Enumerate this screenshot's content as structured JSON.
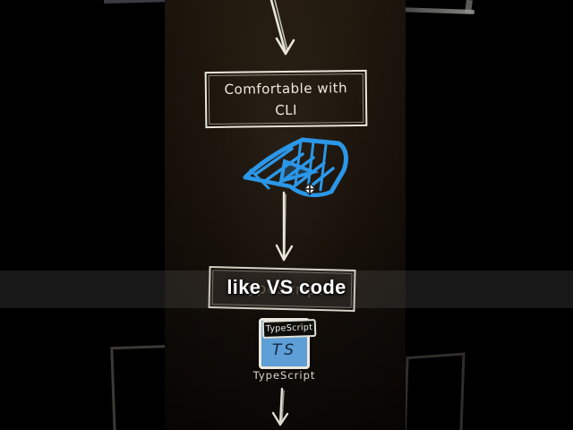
{
  "video_frame": {
    "description_of_scene": "vertical short video frame showing a hand-drawn flowchart on a dark screen",
    "caption_overlay": {
      "text": "like VS code"
    },
    "flowchart": {
      "cli_node": {
        "line1": "Comfortable with",
        "line2": "CLI"
      },
      "ts_node": {
        "label": "TypeScript"
      },
      "ts_icon": {
        "badge": "TypeScript",
        "initials": "TS",
        "label": "TypeScript"
      }
    },
    "icons": {
      "down_arrow": "down-arrow-icon",
      "move_cursor": "move-cursor-icon",
      "scribble": "blue-scribble-drawing",
      "typescript_file": "typescript-file-icon"
    },
    "colors": {
      "sketch_stroke": "#e9e6db",
      "scribble_blue": "#2b97e8",
      "ts_icon_blue": "#5d9fd6",
      "caption_text": "#ffffff",
      "screen_bg_top": "#241b10",
      "screen_bg_bottom": "#0c0907",
      "letterbox": "#000000"
    }
  }
}
